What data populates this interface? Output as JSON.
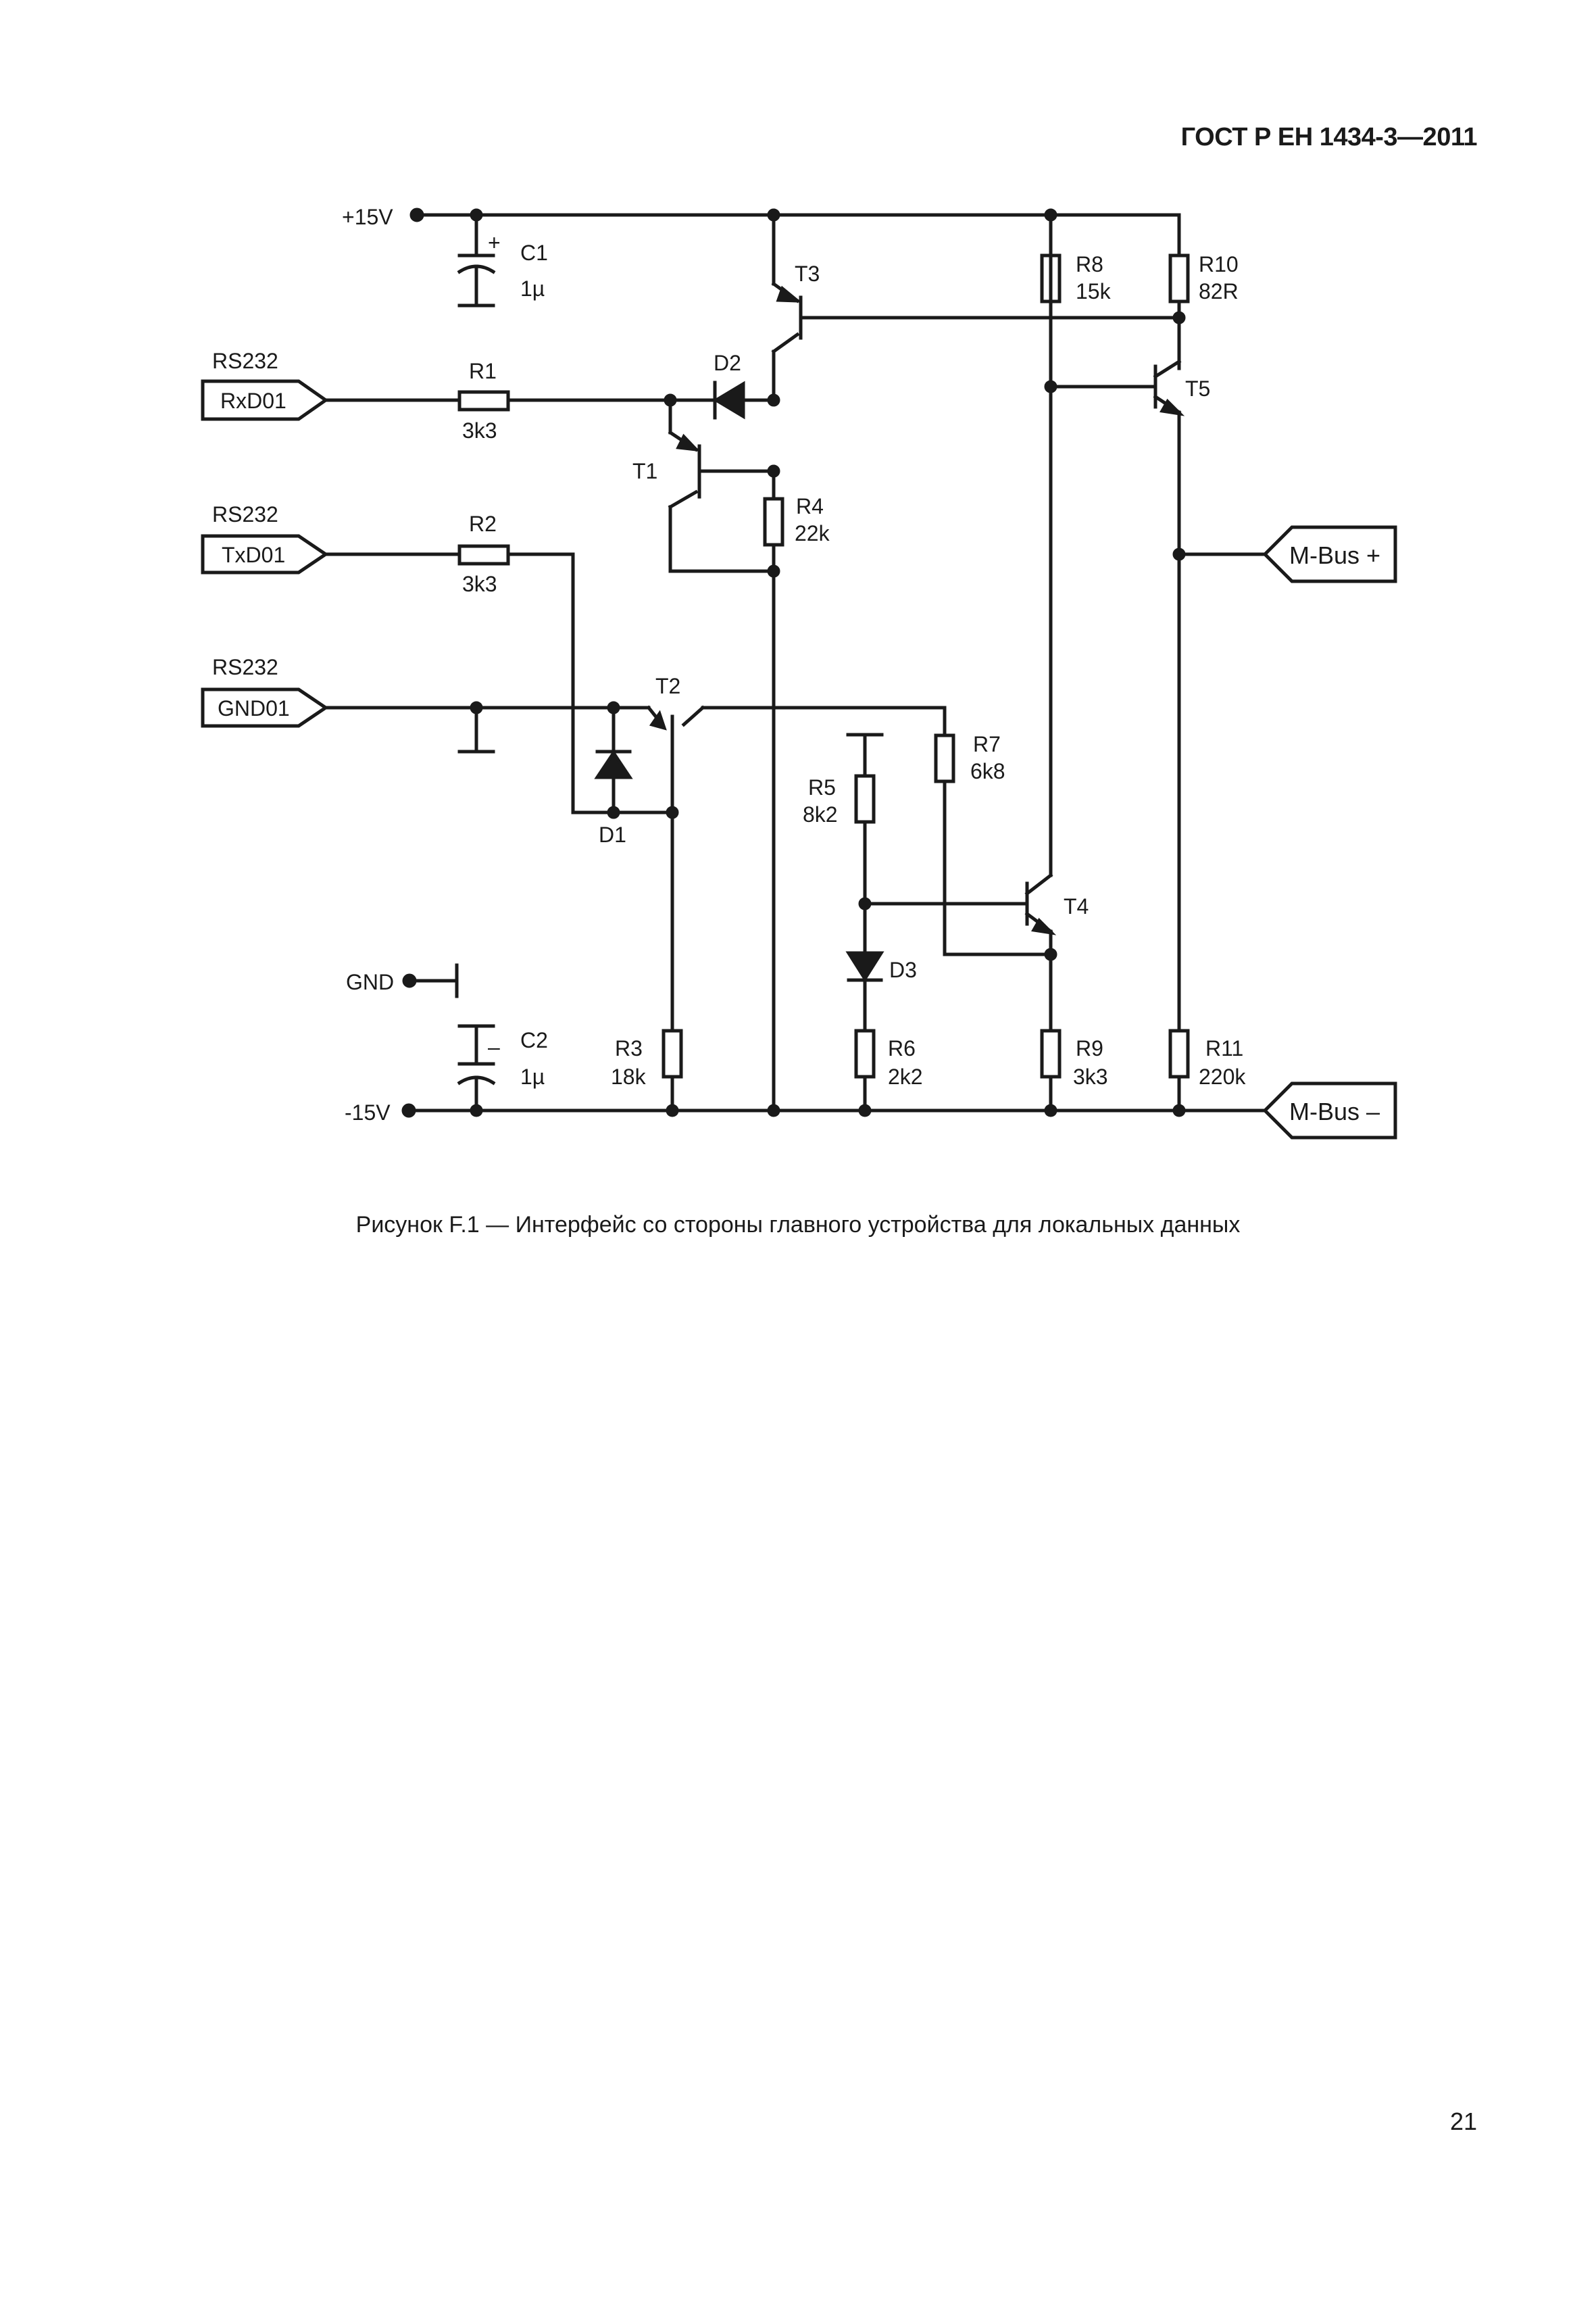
{
  "header": {
    "standard": "ГОСТ Р ЕН 1434-3—2011"
  },
  "figure": {
    "caption": "Рисунок F.1 — Интерфейс со стороны главного устройства для локальных данных",
    "rails": {
      "vplus": "+15V",
      "vminus": "-15V",
      "gnd": "GND"
    },
    "ports": {
      "rxd": {
        "group": "RS232",
        "name": "RxD01"
      },
      "txd": {
        "group": "RS232",
        "name": "TxD01"
      },
      "gnd": {
        "group": "RS232",
        "name": "GND01"
      },
      "mbus_plus": "M-Bus +",
      "mbus_minus": "M-Bus –"
    },
    "components": {
      "C1": {
        "ref": "C1",
        "value": "1µ",
        "polarity": "+"
      },
      "C2": {
        "ref": "C2",
        "value": "1µ",
        "polarity": "–"
      },
      "R1": {
        "ref": "R1",
        "value": "3k3"
      },
      "R2": {
        "ref": "R2",
        "value": "3k3"
      },
      "R3": {
        "ref": "R3",
        "value": "18k"
      },
      "R4": {
        "ref": "R4",
        "value": "22k"
      },
      "R5": {
        "ref": "R5",
        "value": "8k2"
      },
      "R6": {
        "ref": "R6",
        "value": "2k2"
      },
      "R7": {
        "ref": "R7",
        "value": "6k8"
      },
      "R8": {
        "ref": "R8",
        "value": "15k"
      },
      "R9": {
        "ref": "R9",
        "value": "3k3"
      },
      "R10": {
        "ref": "R10",
        "value": "82R"
      },
      "R11": {
        "ref": "R11",
        "value": "220k"
      },
      "T1": "T1",
      "T2": "T2",
      "T3": "T3",
      "T4": "T4",
      "T5": "T5",
      "D1": "D1",
      "D2": "D2",
      "D3": "D3"
    }
  },
  "page": {
    "number": "21"
  }
}
